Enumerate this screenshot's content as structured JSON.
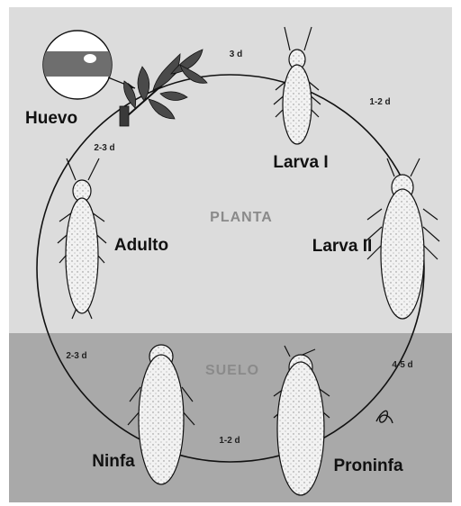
{
  "zones": {
    "top": "PLANTA",
    "bottom": "SUELO"
  },
  "stages": {
    "egg": "Huevo",
    "larva1": "Larva I",
    "larva2": "Larva II",
    "prepupa": "Proninfa",
    "pupa": "Ninfa",
    "adult": "Adulto"
  },
  "durations": {
    "egg_to_larva1": "3 d",
    "larva1_to_larva2": "1-2 d",
    "larva2_to_prepupa": "4-5 d",
    "prepupa_to_pupa": "1-2 d",
    "pupa_to_adult": "2-3 d",
    "adult_to_egg": "2-3 d"
  },
  "signature": "A",
  "colors": {
    "top_zone": "#dcdcdc",
    "bottom_zone": "#a9a9a9",
    "ink": "#111111"
  }
}
